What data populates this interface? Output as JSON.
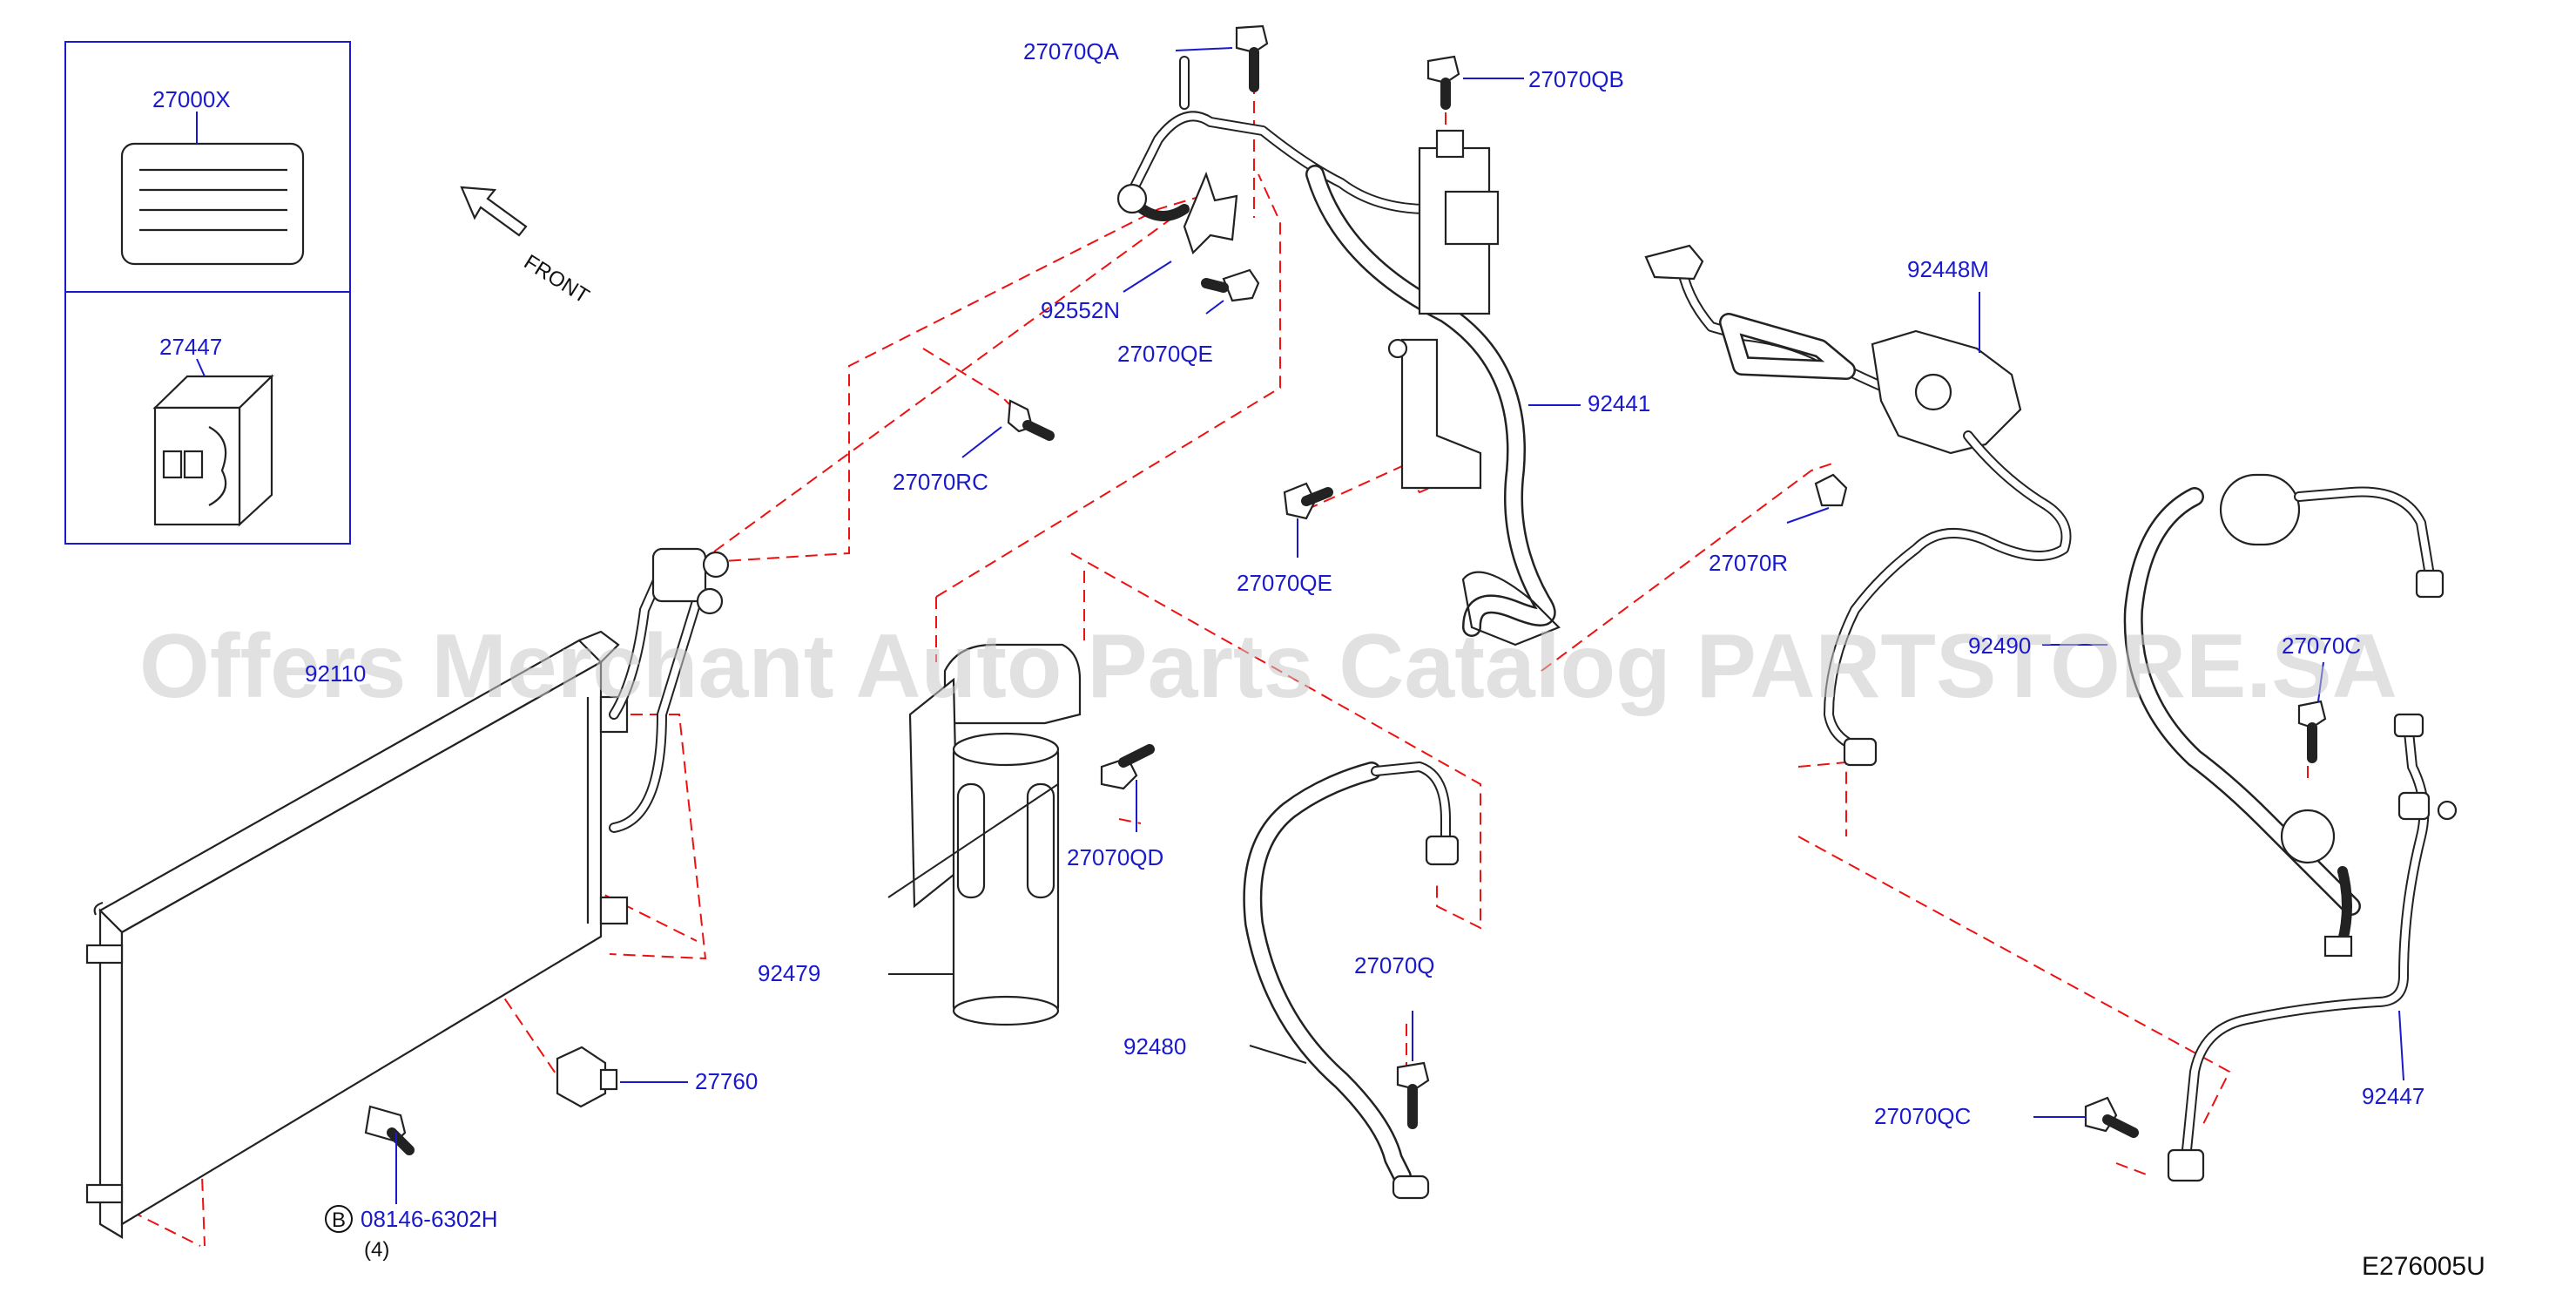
{
  "labels": {
    "p27070QA": "27070QA",
    "p27070QB": "27070QB",
    "p92552N": "92552N",
    "p27070QE_1": "27070QE",
    "p27070RC": "27070RC",
    "p92441": "92441",
    "p27070QE_2": "27070QE",
    "p92448M": "92448M",
    "p27070R": "27070R",
    "p27000X": "27000X",
    "p27447": "27447",
    "p92110": "92110",
    "p27070QD": "27070QD",
    "p92479": "92479",
    "p27070Q": "27070Q",
    "p92480": "92480",
    "p27760": "27760",
    "p08146": "08146-6302H",
    "qty": "(4)",
    "bolt_badge": "B",
    "p92490": "92490",
    "p27070C": "27070C",
    "p27070QC": "27070QC",
    "p92447": "92447",
    "front": "FRONT"
  },
  "diagram_ref": "E276005U",
  "watermark": "Offers Merchant Auto Parts Catalog PARTSTORE.SA",
  "colors": {
    "label": "#1a1acc",
    "guide_line": "#ee1111",
    "part_stroke": "#222222",
    "watermark": "#c8c8c8"
  }
}
